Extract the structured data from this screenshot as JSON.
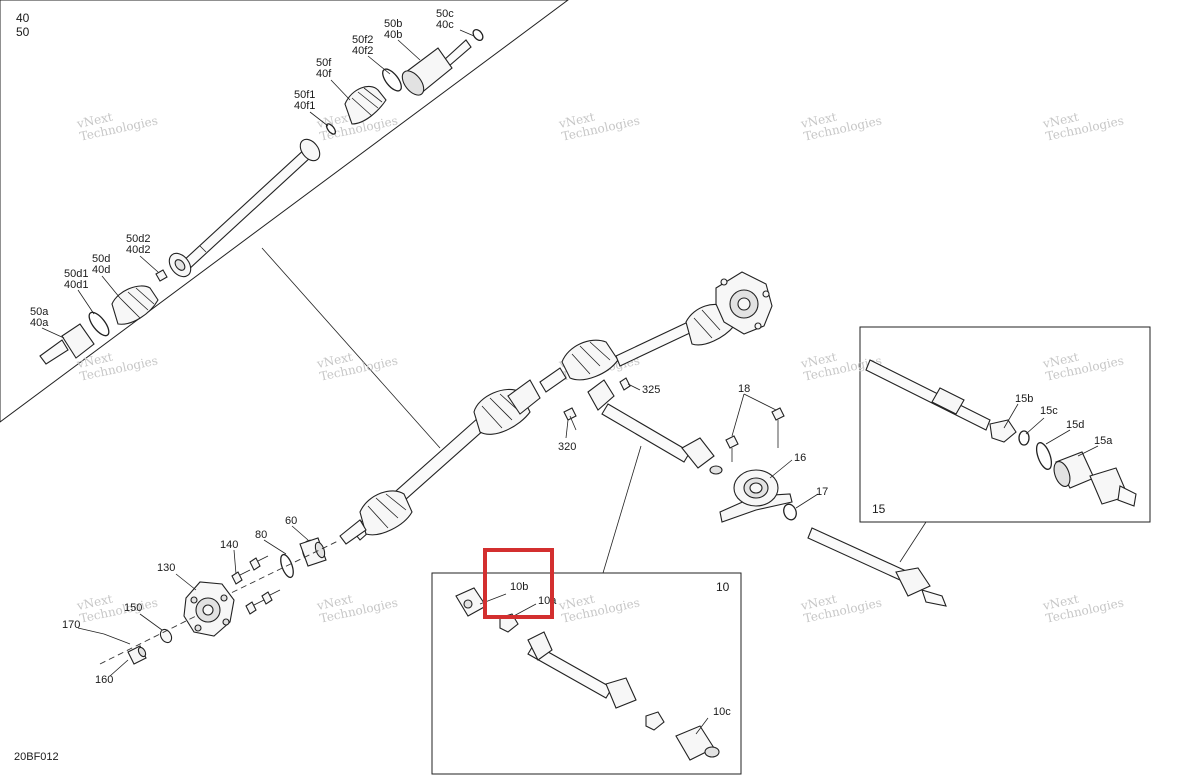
{
  "document": {
    "code": "20BF012"
  },
  "insets": {
    "top_left_ids": [
      "40",
      "50"
    ],
    "right_id": "15",
    "bottom_id": "10"
  },
  "watermark": {
    "line1": "vNext",
    "line2": "Technologies"
  },
  "callouts": {
    "c50c_40c": [
      "50c",
      "40c"
    ],
    "c50b_40b": [
      "50b",
      "40b"
    ],
    "c50f2_40f2": [
      "50f2",
      "40f2"
    ],
    "c50f_40f": [
      "50f",
      "40f"
    ],
    "c50f1_40f1": [
      "50f1",
      "40f1"
    ],
    "c50d2_40d2": [
      "50d2",
      "40d2"
    ],
    "c50d_40d": [
      "50d",
      "40d"
    ],
    "c50d1_40d1": [
      "50d1",
      "40d1"
    ],
    "c50a_40a": [
      "50a",
      "40a"
    ],
    "c325": "325",
    "c320": "320",
    "c18": "18",
    "c16": "16",
    "c17": "17",
    "c15b": "15b",
    "c15c": "15c",
    "c15d": "15d",
    "c15a": "15a",
    "c140": "140",
    "c130": "130",
    "c80": "80",
    "c60": "60",
    "c150": "150",
    "c170": "170",
    "c160": "160",
    "c10b": "10b",
    "c10a": "10a",
    "c10c": "10c"
  },
  "highlight": {
    "color": "#d32f2f"
  }
}
